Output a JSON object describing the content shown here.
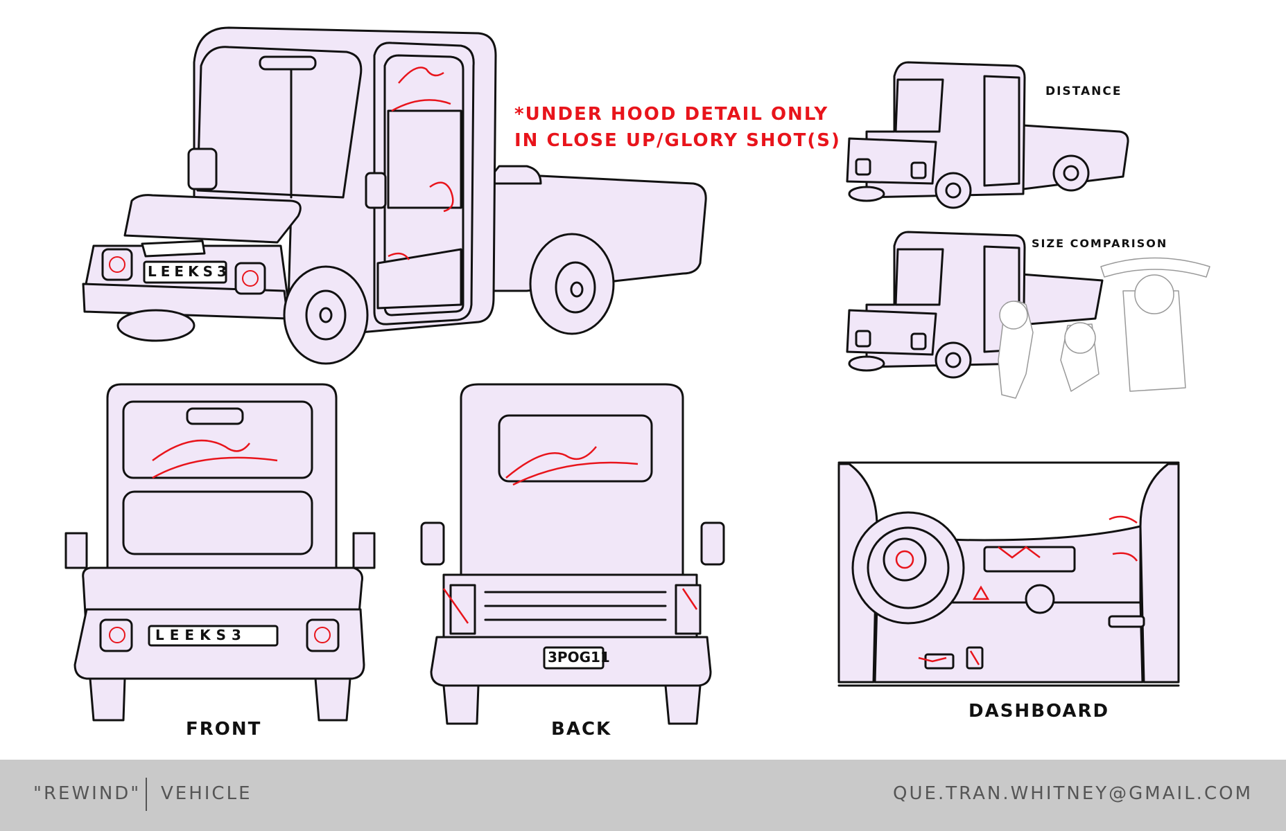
{
  "note": {
    "line1": "*UNDER HOOD DETAIL ONLY",
    "line2": "IN CLOSE UP/GLORY SHOT(S)"
  },
  "labels": {
    "distance": "DISTANCE",
    "size_comparison": "SIZE COMPARISON",
    "front": "FRONT",
    "back": "BACK",
    "dashboard": "DASHBOARD"
  },
  "plates": {
    "front": "LEEKS3",
    "back": "3POG11"
  },
  "footer": {
    "project": "\"REWIND\"",
    "section": "VEHICLE",
    "email": "QUE.TRAN.WHITNEY@GMAIL.COM"
  },
  "colors": {
    "fill": "#f1e7f8",
    "line": "#111111",
    "accent": "#e8141b",
    "footer_bg": "#c9c9c9",
    "footer_text": "#555555"
  }
}
